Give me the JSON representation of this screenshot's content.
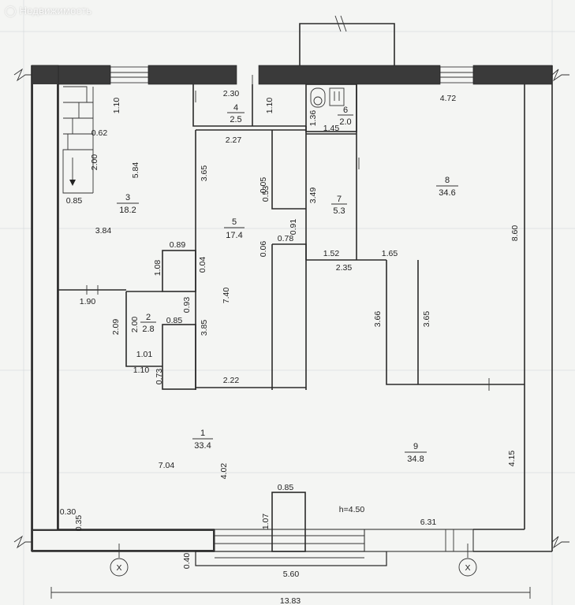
{
  "watermark": "Недвижимость",
  "height_label": "h=4.50",
  "axis_marks": [
    "X",
    "X"
  ],
  "rooms": [
    {
      "number": "1",
      "area": "33.4"
    },
    {
      "number": "2",
      "area": "2.8"
    },
    {
      "number": "3",
      "area": "18.2"
    },
    {
      "number": "4",
      "area": "2.5"
    },
    {
      "number": "5",
      "area": "17.4"
    },
    {
      "number": "6",
      "area": "2.0"
    },
    {
      "number": "7",
      "area": "5.3"
    },
    {
      "number": "8",
      "area": "34.6"
    },
    {
      "number": "9",
      "area": "34.8"
    }
  ],
  "dimensions": {
    "d_2_30": "2.30",
    "d_1_10_top": "1.10",
    "d_1_10_mid": "1.10",
    "d_4_72": "4.72",
    "d_1_36": "1.36",
    "d_1_45": "1.45",
    "d_0_62": "0.62",
    "d_2_00_stair": "2.00",
    "d_5_84": "5.84",
    "d_2_27": "2.27",
    "d_3_65_a": "3.65",
    "d_0_05": "0.05",
    "d_0_53": "0.53",
    "d_3_49": "3.49",
    "d_0_85_stair": "0.85",
    "d_3_84": "3.84",
    "d_0_91": "0.91",
    "d_0_78": "0.78",
    "d_8_60": "8.60",
    "d_0_89": "0.89",
    "d_0_04": "0.04",
    "d_0_06": "0.06",
    "d_1_52": "1.52",
    "d_1_65": "1.65",
    "d_2_35": "2.35",
    "d_1_08": "1.08",
    "d_1_90": "1.90",
    "d_7_40": "7.40",
    "d_0_93": "0.93",
    "d_2_09": "2.09",
    "d_2_00_r2": "2.00",
    "d_0_85_r2": "0.85",
    "d_3_85": "3.85",
    "d_3_66": "3.66",
    "d_3_65_b": "3.65",
    "d_1_01": "1.01",
    "d_1_10_low": "1.10",
    "d_0_73": "0.73",
    "d_2_22": "2.22",
    "d_7_04": "7.04",
    "d_4_02": "4.02",
    "d_4_15": "4.15",
    "d_0_85_col": "0.85",
    "d_1_07": "1.07",
    "d_0_30": "0.30",
    "d_0_35": "0.35",
    "d_6_31": "6.31",
    "d_0_40": "0.40",
    "d_5_60": "5.60",
    "d_13_83": "13.83"
  }
}
